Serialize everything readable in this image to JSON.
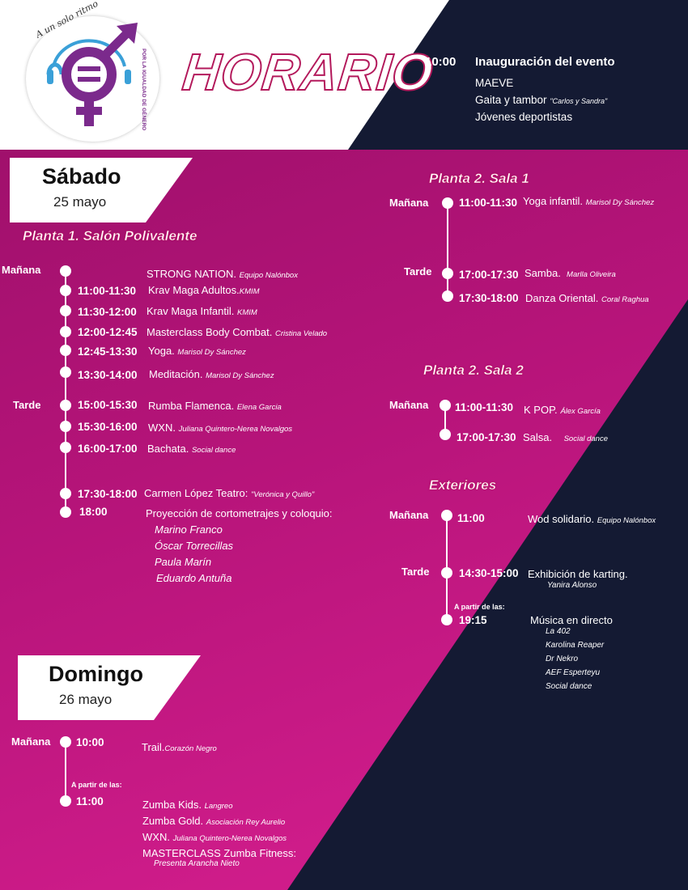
{
  "logo": {
    "text_top": "A un solo ritmo",
    "text_side": "POR LA IGUALDAD DE GÉNERO"
  },
  "header": {
    "title": "HORARIO",
    "inauguration": {
      "time": "10:00",
      "title": "Inauguración del evento",
      "lines": [
        {
          "text": "MAEVE",
          "who": ""
        },
        {
          "text": "Gaita y tambor",
          "who": "\"Carlos y Sandra\""
        },
        {
          "text": "Jóvenes deportistas",
          "who": ""
        }
      ]
    }
  },
  "colors": {
    "magenta": "#c21a84",
    "dark": "#141a33",
    "accent": "#b3195b"
  },
  "sabado": {
    "day": "Sábado",
    "date": "25 mayo",
    "section": "Planta 1. Salón Polivalente",
    "manana": "Mañana",
    "tarde": "Tarde",
    "items": [
      {
        "time": "",
        "act": "STRONG NATION.",
        "who": "Equipo Nalónbox"
      },
      {
        "time": "11:00-11:30",
        "act": "Krav Maga Adultos.",
        "who": "KMIM"
      },
      {
        "time": "11:30-12:00",
        "act": "Krav Maga Infantil.",
        "who": "KMIM"
      },
      {
        "time": "12:00-12:45",
        "act": "Masterclass Body Combat.",
        "who": "Cristina Velado"
      },
      {
        "time": "12:45-13:30",
        "act": "Yoga.",
        "who": "Marisol Dy Sánchez"
      },
      {
        "time": "13:30-14:00",
        "act": "Meditación.",
        "who": "Marisol Dy Sánchez"
      },
      {
        "time": "15:00-15:30",
        "act": "Rumba Flamenca.",
        "who": "Elena Garcia"
      },
      {
        "time": "15:30-16:00",
        "act": "WXN.",
        "who": "Juliana Quintero-Nerea Novalgos"
      },
      {
        "time": "16:00-17:00",
        "act": "Bachata.",
        "who": "Social dance"
      },
      {
        "time": "17:30-18:00",
        "act": "Carmen López Teatro:",
        "who": "\"Verónica y Quillo\""
      },
      {
        "time": "18:00",
        "act": "Proyección de cortometrajes y coloquio:",
        "who": ""
      }
    ],
    "names": [
      "Marino Franco",
      "Óscar Torrecillas",
      "Paula Marín",
      "Eduardo Antuña"
    ]
  },
  "sala1": {
    "section": "Planta 2. Sala 1",
    "manana": "Mañana",
    "tarde": "Tarde",
    "items": [
      {
        "time": "11:00-11:30",
        "act": "Yoga infantil.",
        "who": "Marisol Dy Sánchez"
      },
      {
        "time": "17:00-17:30",
        "act": "Samba.",
        "who": "Marlla Oliveira"
      },
      {
        "time": "17:30-18:00",
        "act": "Danza Oriental.",
        "who": "Coral Raghua"
      }
    ]
  },
  "sala2": {
    "section": "Planta 2. Sala 2",
    "manana": "Mañana",
    "items": [
      {
        "time": "11:00-11:30",
        "act": "K POP.",
        "who": "Álex García"
      },
      {
        "time": "17:00-17:30",
        "act": "Salsa.",
        "who": "Social dance"
      }
    ]
  },
  "exteriores": {
    "section": "Exteriores",
    "manana": "Mañana",
    "tarde": "Tarde",
    "apartir": "A partir de las:",
    "items": [
      {
        "time": "11:00",
        "act": "Wod solidario.",
        "who": "Equipo Nalónbox"
      },
      {
        "time": "14:30-15:00",
        "act": "Exhibición de karting.",
        "who": "Yanira Alonso"
      },
      {
        "time": "19:15",
        "act": "Música en directo",
        "who": ""
      }
    ],
    "music": [
      "La 402",
      "Karolina Reaper",
      "Dr Nekro",
      "AEF Esperteyu",
      "Social dance"
    ]
  },
  "domingo": {
    "day": "Domingo",
    "date": "26 mayo",
    "manana": "Mañana",
    "apartir": "A partir de las:",
    "items": [
      {
        "time": "10:00",
        "act": "Trail.",
        "who": "Corazón Negro"
      },
      {
        "time": "11:00",
        "act": "Zumba Kids.",
        "who": "Langreo"
      },
      {
        "time": "",
        "act": "Zumba Gold.",
        "who": "Asociación Rey Aurelio"
      },
      {
        "time": "",
        "act": "WXN.",
        "who": "Juliana Quintero-Nerea Novalgos"
      },
      {
        "time": "",
        "act": "MASTERCLASS Zumba Fitness:",
        "who": "Presenta Arancha Nieto"
      }
    ]
  }
}
